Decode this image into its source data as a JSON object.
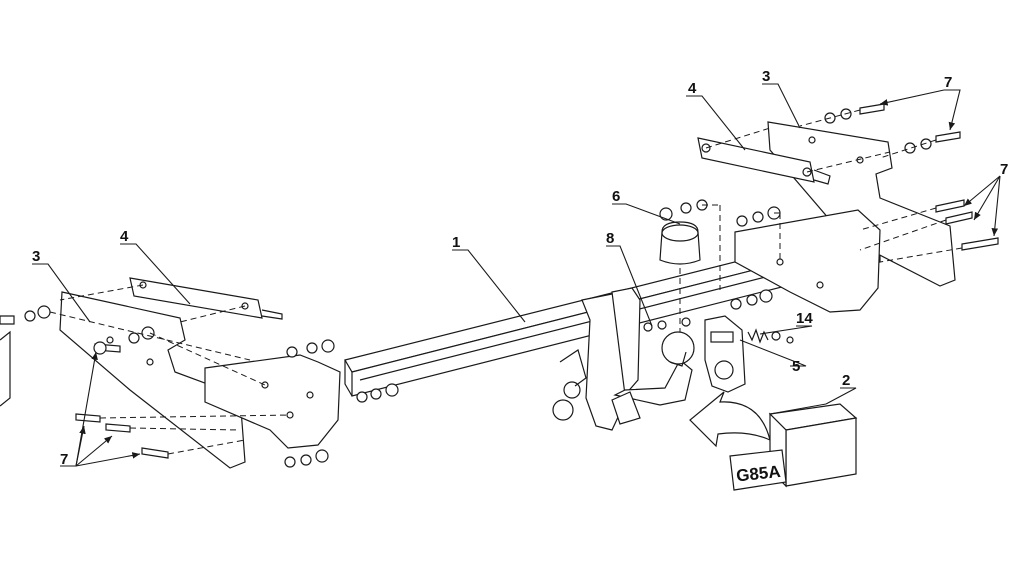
{
  "diagram": {
    "callouts": {
      "c1": "1",
      "c2": "2",
      "c3_left": "3",
      "c3_right": "3",
      "c4_left": "4",
      "c4_right": "4",
      "c5": "5",
      "c6": "6",
      "c7_left": "7",
      "c7_top_right": "7",
      "c7_right": "7",
      "c8": "8",
      "c14": "14"
    },
    "kit_code": "G85A"
  }
}
